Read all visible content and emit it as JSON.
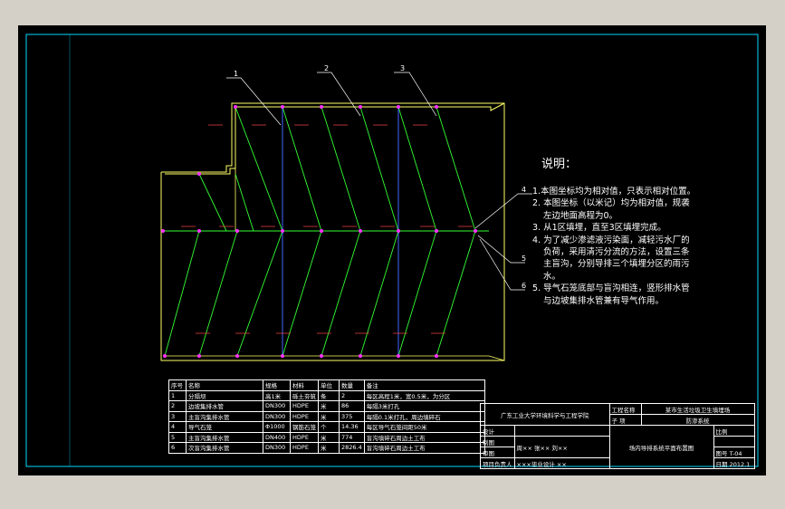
{
  "callouts": [
    "1",
    "2",
    "3",
    "4",
    "5",
    "6"
  ],
  "notes": {
    "title": "说明：",
    "items": [
      "1.本图坐标均为相对值，只表示相对位置。",
      "2. 本图坐标（以米记）均为相对值，规袭",
      "左边地面高程为0。",
      "3. 从1区填埋，直至3区填埋完成。",
      "4. 为了减少渗滤液污染面，减轻污水厂的",
      "负荷，采用清污分流的方法，设置三条",
      "主盲沟，分别导排三个填埋分区的雨污",
      "水。",
      "5. 导气石笼底部与盲沟相连，竖形排水管",
      "与边坡集排水管兼有导气作用。"
    ]
  },
  "bom": {
    "headers": [
      "序号",
      "名称",
      "规格",
      "材料",
      "单位",
      "数量",
      "备注"
    ],
    "rows": [
      [
        "1",
        "分隔坝",
        "高1米",
        "砾土夯筑",
        "条",
        "2",
        "每区高程1米，宽0.5米，为分区"
      ],
      [
        "2",
        "边坡集排水管",
        "DN300",
        "HDPE",
        "米",
        "86",
        "每隔3米打孔"
      ],
      [
        "3",
        "主盲沟集排水管",
        "DN300",
        "HDPE",
        "米",
        "375",
        "每隔0.1米打孔，周边填碎石"
      ],
      [
        "4",
        "导气石笼",
        "Φ1000",
        "钢筋石笼",
        "个",
        "14.36",
        "每区导气石笼间距50米"
      ],
      [
        "5",
        "主盲沟集排水管",
        "DN400",
        "HDPE",
        "米",
        "774",
        "盲沟填碎石周边土工布"
      ],
      [
        "6",
        "次盲沟集排水管",
        "DN300",
        "HDPE",
        "米",
        "2826.4",
        "盲沟填碎石周边土工布"
      ]
    ]
  },
  "title_block": {
    "school": "广东工业大学环境科学与工程学院",
    "project_label": "工程名称",
    "project_value": "某市生活垃圾卫生填埋场",
    "sub_label": "子  项",
    "sub_value": "防渗系统",
    "design": "设计",
    "check": "制图",
    "review": "审图",
    "leader": "项目负责人",
    "drafter_names": "周××   张××   刘××",
    "date_line": "×××毕业设计 ××",
    "drawing_name": "场内导排系统平面布置图",
    "ratio_label": "比例",
    "num_label": "图号",
    "num_value": "T-04",
    "date_label": "日期",
    "date_value": "2012.1"
  }
}
